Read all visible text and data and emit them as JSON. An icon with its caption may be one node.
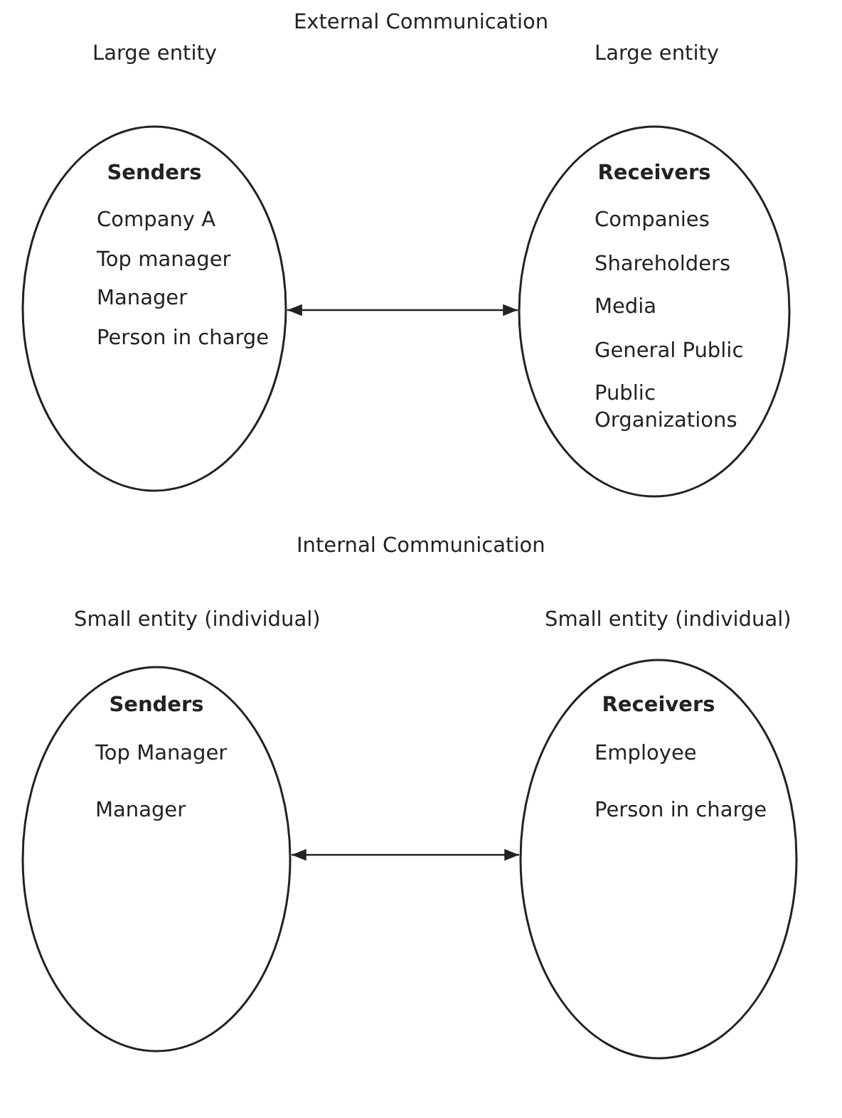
{
  "diagram": {
    "nodes": [
      {
        "text": [
          "Senders",
          "Company A",
          "Top manager",
          "Manager",
          "Person in charge"
        ],
        "beside": [
          "Large entity"
        ]
      },
      {
        "text": [
          "Receivers",
          "Companies",
          "Shareholders",
          "Media",
          "General Public",
          "Public Organizations"
        ],
        "beside": [
          "Large entity"
        ]
      },
      {
        "text": [
          "Senders",
          "Top Manager",
          "Manager"
        ],
        "beside": [
          "Small entity (individual)"
        ]
      },
      {
        "text": [
          "Receivers",
          "Employee",
          "Person in charge"
        ],
        "beside": [
          "Small entity (individual)"
        ]
      }
    ],
    "edges": [
      {
        "from": 0,
        "to": 1,
        "arrow": "both"
      },
      {
        "from": 2,
        "to": 3,
        "arrow": "both"
      }
    ],
    "labels": [
      "External Communication",
      "Internal Communication"
    ]
  }
}
